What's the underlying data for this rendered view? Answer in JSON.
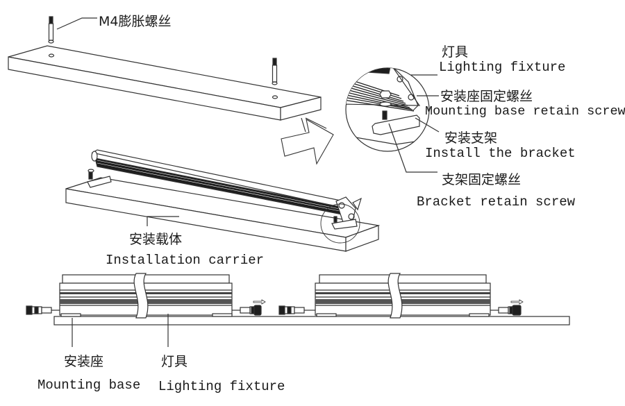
{
  "diagram": {
    "title": "Installation diagram: lighting fixture mounting",
    "labels": {
      "expansion_screw_cn": "M4膨胀螺丝",
      "fixture_cn_top": "灯具",
      "fixture_en_top": "Lighting fixture",
      "mount_base_screw_cn": "安装座固定螺丝",
      "mount_base_screw_en": "Mounting base retain screw",
      "install_bracket_cn": "安装支架",
      "install_bracket_en": "Install the bracket",
      "bracket_screw_cn": "支架固定螺丝",
      "bracket_screw_en": "Bracket retain screw",
      "carrier_cn": "安装载体",
      "carrier_en": "Installation carrier",
      "mount_base_cn": "安装座",
      "mount_base_en": "Mounting base",
      "fixture_cn_bottom": "灯具",
      "fixture_en_bottom": "Lighting fixture"
    },
    "views": [
      "exploded carrier with expansion screws",
      "detail magnifier circle",
      "assembled fixture on carrier",
      "side view chained fixtures"
    ],
    "colors": {
      "line": "#333333",
      "fill_dark": "#1e1e1e",
      "background": "#ffffff"
    }
  }
}
